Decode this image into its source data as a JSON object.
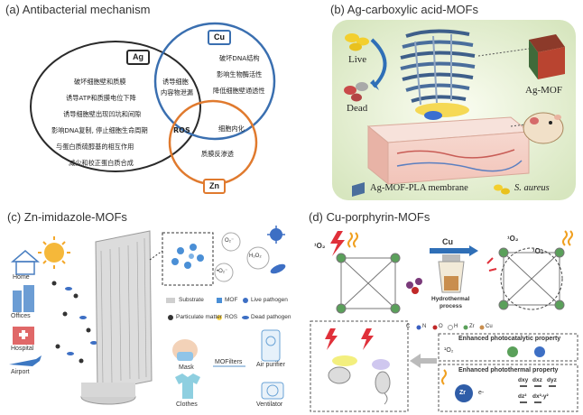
{
  "panels": {
    "a": {
      "title": "(a) Antibacterial mechanism",
      "ag": {
        "label": "Ag",
        "items": [
          "破坏细胞壁和质膜",
          "诱导ATP和质膜电位下降",
          "诱导细胞壁出现凹坑和间隙",
          "影响DNA复制, 停止细胞生命周期",
          "与蛋白质硫醇基的相互作用",
          "减少和校正蛋白质合成"
        ]
      },
      "cu": {
        "label": "Cu",
        "items": [
          "破坏DNA结构",
          "影响生物酶活性",
          "降低细胞壁通透性"
        ]
      },
      "zn": {
        "label": "Zn",
        "items": [
          "质膜反渗透"
        ]
      },
      "ag_cu": [
        "诱导细胞",
        "内容物泄漏"
      ],
      "cu_zn": "细胞内化",
      "center": "ROS",
      "colors": {
        "ag": "#2a2a2a",
        "cu": "#3a6fb0",
        "zn": "#e07a2e"
      }
    },
    "b": {
      "title": "(b) Ag-carboxylic acid-MOFs",
      "live": "Live",
      "dead": "Dead",
      "agmof": "Ag-MOF",
      "membrane": "Ag-MOF-PLA membrane",
      "bacteria": "S. aureus"
    },
    "c": {
      "title": "(c) Zn-imidazole-MOFs",
      "places": [
        "Home",
        "Offices",
        "Hospital",
        "Airport"
      ],
      "legend": {
        "substrate": "Substrate",
        "mof": "MOF",
        "live": "Live pathogen",
        "particulate": "Particulate matter",
        "ros": "ROS",
        "dead": "Dead pathogen"
      },
      "species": [
        "O₂⁻",
        "H₂O₂",
        "•O₂⁻"
      ],
      "applications": {
        "mask": "Mask",
        "center": "MOFilters",
        "purifier": "Air purifier",
        "clothes": "Clothes",
        "ventilator": "Ventilator"
      }
    },
    "d": {
      "title": "(d) Cu-porphyrin-MOFs",
      "singlet": "¹O₂",
      "cu_label": "Cu",
      "process": [
        "Hydrothermal",
        "process"
      ],
      "atoms": [
        "C",
        "N",
        "O",
        "H",
        "Zr",
        "Cu"
      ],
      "photocatalytic": "Enhanced photocatalytic property",
      "photothermal": "Enhanced photothermal property",
      "orbitals": [
        "dxy",
        "dxz",
        "dyz",
        "dz²",
        "dx²-y²"
      ],
      "center_label": "Zr",
      "electron": "e-"
    }
  }
}
